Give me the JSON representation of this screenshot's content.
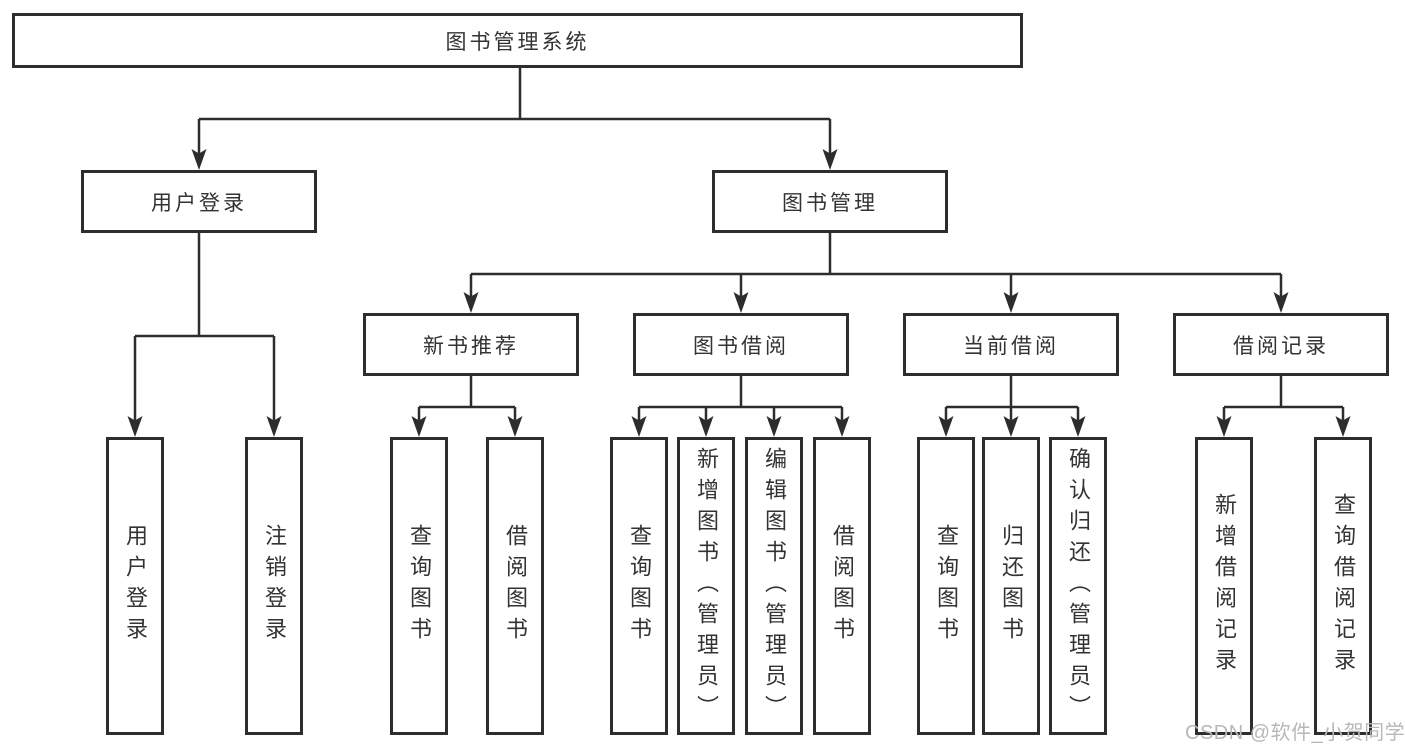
{
  "colors": {
    "line": "#2d2d2d",
    "text": "#333333",
    "box_bg": "#ffffff",
    "watermark": "#b8b8b8",
    "background": "#ffffff"
  },
  "watermark": {
    "text": "CSDN @软件_小贺同学"
  },
  "tree": {
    "root": {
      "label": "图书管理系统",
      "children": [
        {
          "label": "用户登录",
          "children": [
            {
              "label": "用户登录"
            },
            {
              "label": "注销登录"
            }
          ]
        },
        {
          "label": "图书管理",
          "children": [
            {
              "label": "新书推荐",
              "children": [
                {
                  "label": "查询图书"
                },
                {
                  "label": "借阅图书"
                }
              ]
            },
            {
              "label": "图书借阅",
              "children": [
                {
                  "label": "查询图书"
                },
                {
                  "label": "新增图书（管理员）"
                },
                {
                  "label": "编辑图书（管理员）"
                },
                {
                  "label": "借阅图书"
                }
              ]
            },
            {
              "label": "当前借阅",
              "children": [
                {
                  "label": "查询图书"
                },
                {
                  "label": "归还图书"
                },
                {
                  "label": "确认归还（管理员）"
                }
              ]
            },
            {
              "label": "借阅记录",
              "children": [
                {
                  "label": "新增借阅记录"
                },
                {
                  "label": "查询借阅记录"
                }
              ]
            }
          ]
        }
      ]
    }
  }
}
